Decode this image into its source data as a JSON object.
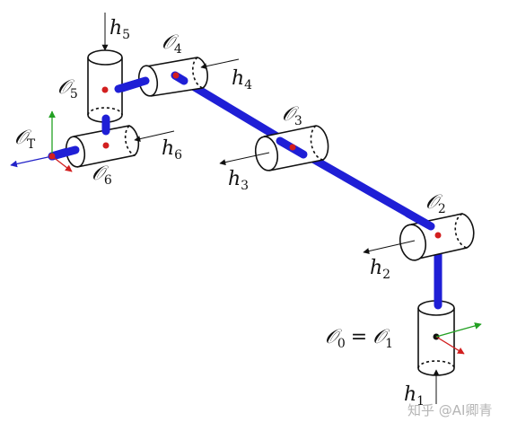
{
  "labels": {
    "o_t": {
      "main": "𝒪",
      "sub": "T"
    },
    "o0_o1": {
      "left": "𝒪",
      "left_sub": "0",
      "eq": "=",
      "right": "𝒪",
      "right_sub": "1"
    },
    "o2": {
      "main": "𝒪",
      "sub": "2"
    },
    "o3": {
      "main": "𝒪",
      "sub": "3"
    },
    "o4": {
      "main": "𝒪",
      "sub": "4"
    },
    "o5": {
      "main": "𝒪",
      "sub": "5"
    },
    "o6": {
      "main": "𝒪",
      "sub": "6"
    },
    "h1": {
      "main": "h",
      "sub": "1"
    },
    "h2": {
      "main": "h",
      "sub": "2"
    },
    "h3": {
      "main": "h",
      "sub": "3"
    },
    "h4": {
      "main": "h",
      "sub": "4"
    },
    "h5": {
      "main": "h",
      "sub": "5"
    },
    "h6": {
      "main": "h",
      "sub": "6"
    }
  },
  "watermark": "知乎 @AI卿青",
  "colors": {
    "link": "#1f1fd6",
    "joint_center": "#d21f1f",
    "axis_x": "#d21f1f",
    "axis_y": "#23a023",
    "axis_z": "#2323c8",
    "outline": "#111111"
  }
}
